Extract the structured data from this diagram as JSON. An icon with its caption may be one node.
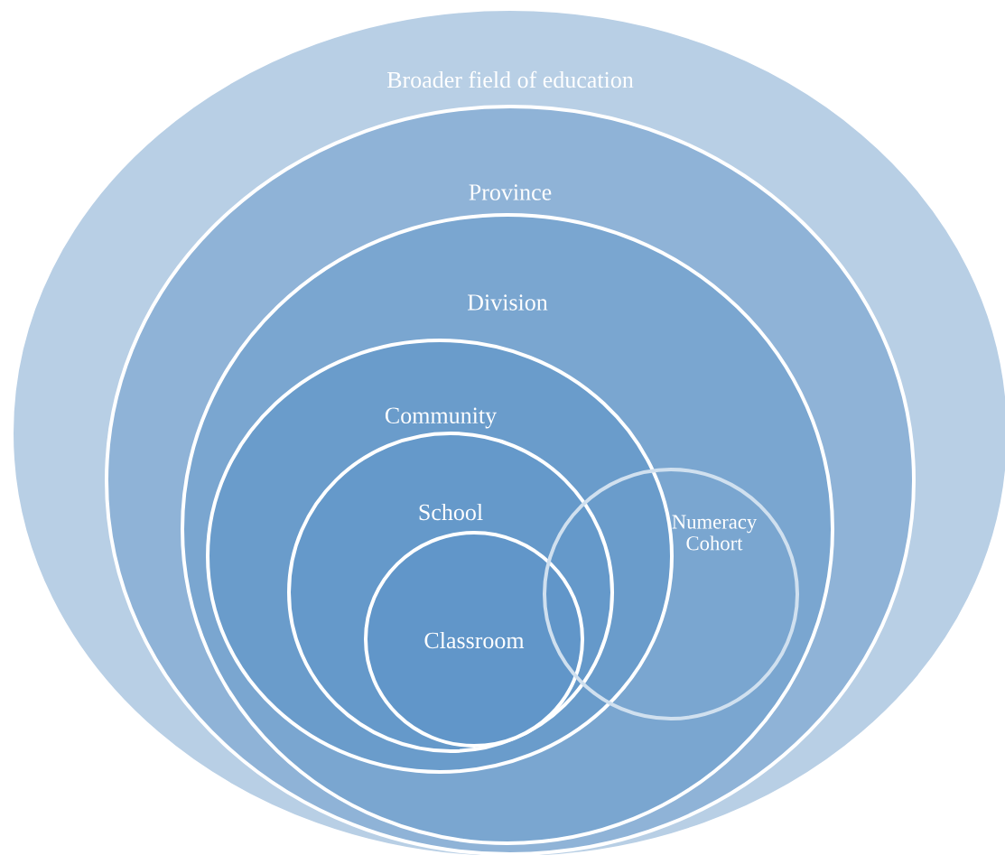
{
  "diagram": {
    "nodes": [
      {
        "text": [
          "Broader field of education"
        ]
      },
      {
        "text": [
          "Province"
        ],
        "in": 0
      },
      {
        "text": [
          "Division"
        ],
        "in": 1
      },
      {
        "text": [
          "Community"
        ],
        "in": 2
      },
      {
        "text": [
          "School"
        ],
        "in": 3
      },
      {
        "text": [
          "Classroom"
        ],
        "in": 4
      },
      {
        "text": [
          "Numeracy Cohort"
        ],
        "in": 2
      }
    ]
  }
}
